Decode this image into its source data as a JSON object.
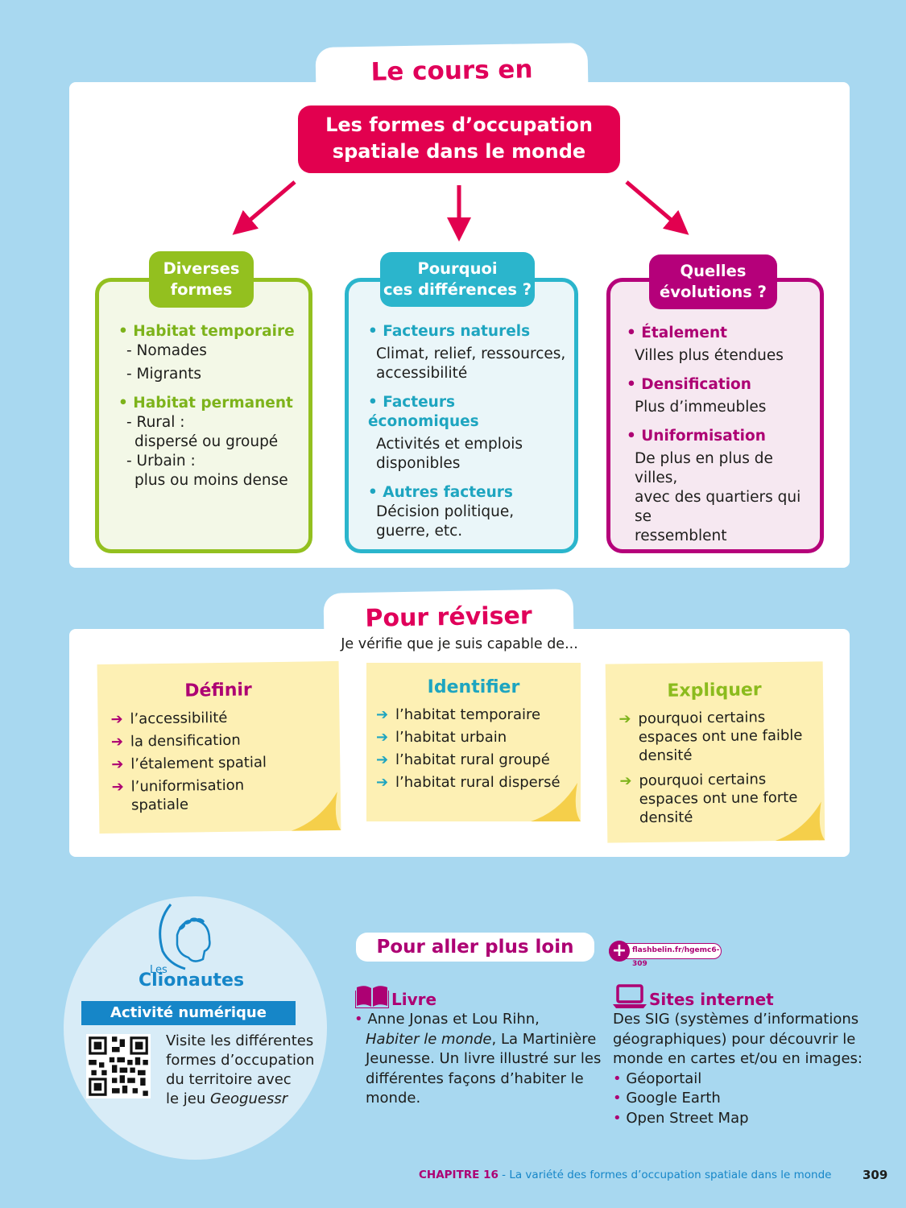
{
  "schema": {
    "tab_title": "Le cours en schéma",
    "main_line1": "Les formes d’occupation",
    "main_line2": "spatiale dans le monde",
    "col1": {
      "head1": "Diverses",
      "head2": "formes",
      "b1": "Habitat temporaire",
      "b1_s1": "- Nomades",
      "b1_s2": "- Migrants",
      "b2": "Habitat permanent",
      "b2_s1": "- Rural :",
      "b2_s1b": "dispersé ou groupé",
      "b2_s2": "- Urbain :",
      "b2_s2b": "plus ou moins dense"
    },
    "col2": {
      "head1": "Pourquoi",
      "head2": "ces différences ?",
      "b1": "Facteurs naturels",
      "b1_t1": "Climat, relief, ressources,",
      "b1_t2": "accessibilité",
      "b2": "Facteurs économiques",
      "b2_t1": "Activités et emplois",
      "b2_t2": "disponibles",
      "b3": "Autres facteurs",
      "b3_t1": "Décision politique,",
      "b3_t2": "guerre, etc."
    },
    "col3": {
      "head1": "Quelles",
      "head2": "évolutions ?",
      "b1": "Étalement",
      "b1_t1": "Villes plus étendues",
      "b2": "Densification",
      "b2_t1": "Plus d’immeubles",
      "b3": "Uniformisation",
      "b3_t1": "De plus en plus de villes,",
      "b3_t2": "avec des quartiers qui se",
      "b3_t3": "ressemblent"
    }
  },
  "revise": {
    "tab_title": "Pour réviser",
    "subtitle": "Je vérifie que je suis capable de...",
    "note1": {
      "title": "Définir",
      "items": [
        "l’accessibilité",
        "la densification",
        "l’étalement spatial",
        "l’uniformisation spatiale"
      ]
    },
    "note2": {
      "title": "Identifier",
      "items": [
        "l’habitat temporaire",
        "l’habitat urbain",
        "l’habitat rural groupé",
        "l’habitat rural dispersé"
      ]
    },
    "note3": {
      "title": "Expliquer",
      "items": [
        "pourquoi certains espaces ont une faible densité",
        "pourquoi certains espaces ont une forte densité"
      ]
    }
  },
  "clionautes": {
    "les": "Les",
    "name": "Clionautes",
    "activity": "Activité numérique",
    "text1": "Visite les différentes",
    "text2": "formes d’occupation",
    "text3": "du territoire avec",
    "text4a": "le jeu ",
    "text4b": "Geoguessr"
  },
  "further": {
    "tab_title": "Pour aller plus loin",
    "link": "flashbelin.fr/hgemc6-309",
    "book_head": "Livre",
    "book_l1": "Anne Jonas et Lou Rihn,",
    "book_title": "Habiter le monde",
    "book_l2b": ", La Martinière",
    "book_l3": "Jeunesse. Un livre illustré sur les",
    "book_l4": "différentes façons d’habiter le",
    "book_l5": "monde.",
    "web_head": "Sites internet",
    "web_l1": "Des SIG (systèmes d’informations",
    "web_l2": "géographiques) pour découvrir le",
    "web_l3": "monde en cartes et/ou en images:",
    "sites": [
      "Géoportail",
      "Google Earth",
      "Open Street Map"
    ]
  },
  "footer": {
    "chapter": "CHAPITRE 16",
    "desc": " - La variété des formes d’occupation spatiale dans le monde",
    "page": "309"
  },
  "colors": {
    "pink": "#e2004f",
    "magenta": "#ad0073",
    "green": "#93c01f",
    "cyan": "#2bb5cc",
    "blue": "#1686c8",
    "background": "#a8d8f0"
  }
}
